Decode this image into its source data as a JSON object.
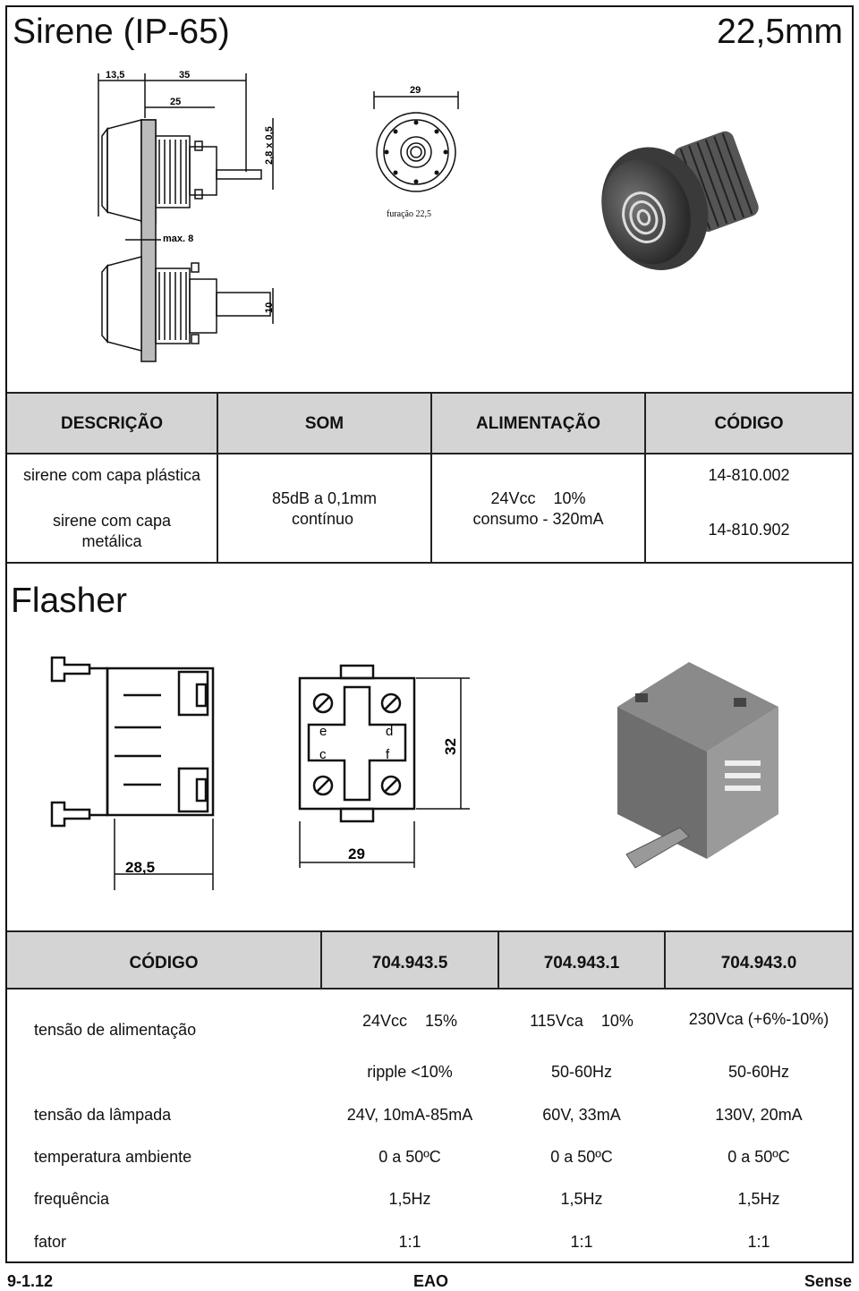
{
  "header": {
    "title": "Sirene (IP-65)",
    "size": "22,5mm"
  },
  "siren_drawing": {
    "dim_13_5": "13,5",
    "dim_35": "35",
    "dim_25": "25",
    "dim_2_8": "2,8 x 0,5",
    "dim_max8": "max. 8",
    "dim_10": "10",
    "front_29": "29",
    "furacao": "furação 22,5"
  },
  "siren_table": {
    "headers": [
      "DESCRIÇÃO",
      "SOM",
      "ALIMENTAÇÃO",
      "CÓDIGO"
    ],
    "desc1": "sirene com capa plástica",
    "desc2a": "sirene com capa",
    "desc2b": "metálica",
    "som1": "85dB a 0,1mm",
    "som2": "contínuo",
    "alim1": "24Vcc    10%",
    "alim2": "consumo - 320mA",
    "code1": "14-810.002",
    "code2": "14-810.902"
  },
  "flasher": {
    "title": "Flasher",
    "dim_28_5": "28,5",
    "dim_29": "29",
    "dim_32": "32",
    "term_e": "e",
    "term_d": "d",
    "term_c": "c",
    "term_f": "f"
  },
  "flasher_table": {
    "headers": [
      "CÓDIGO",
      "704.943.5",
      "704.943.1",
      "704.943.0"
    ],
    "rows": [
      {
        "label": "tensão de alimentação",
        "v": [
          "24Vcc    15%",
          "115Vca    10%",
          "230Vca (+6%-10%)"
        ]
      },
      {
        "label": "",
        "v": [
          "ripple <10%",
          "50-60Hz",
          "50-60Hz"
        ]
      },
      {
        "label": "tensão da lâmpada",
        "v": [
          "24V, 10mA-85mA",
          "60V, 33mA",
          "130V, 20mA"
        ]
      },
      {
        "label": "temperatura ambiente",
        "v": [
          "0 a 50ºC",
          "0 a 50ºC",
          "0 a 50ºC"
        ]
      },
      {
        "label": "frequência",
        "v": [
          "1,5Hz",
          "1,5Hz",
          "1,5Hz"
        ]
      },
      {
        "label": "fator",
        "v": [
          "1:1",
          "1:1",
          "1:1"
        ]
      }
    ]
  },
  "footer": {
    "page": "9-1.12",
    "brand": "EAO",
    "right": "Sense"
  }
}
